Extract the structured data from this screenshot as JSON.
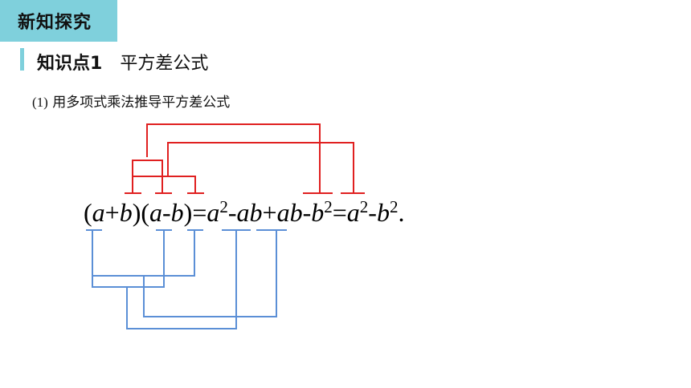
{
  "header": {
    "section_title": "新知探究"
  },
  "knowledge_point": {
    "number_label": "知识点1",
    "title": "平方差公式"
  },
  "subtitle": {
    "index": "(1)",
    "text": " 用多项式乘法推导平方差公式"
  },
  "formula": [
    {
      "text": "(",
      "italic": false
    },
    {
      "text": "a",
      "italic": true
    },
    {
      "text": "+",
      "italic": false
    },
    {
      "text": "b",
      "italic": true
    },
    {
      "text": ")(",
      "italic": false
    },
    {
      "text": "a",
      "italic": true
    },
    {
      "text": "-",
      "italic": false
    },
    {
      "text": "b",
      "italic": true
    },
    {
      "text": ")=",
      "italic": false
    },
    {
      "text": "a",
      "italic": true
    },
    {
      "text": "2",
      "italic": false,
      "sup": true
    },
    {
      "text": "-",
      "italic": false
    },
    {
      "text": "ab",
      "italic": true
    },
    {
      "text": "+",
      "italic": false
    },
    {
      "text": "ab",
      "italic": true
    },
    {
      "text": "-",
      "italic": false
    },
    {
      "text": "b",
      "italic": true
    },
    {
      "text": "2",
      "italic": false,
      "sup": true
    },
    {
      "text": "=",
      "italic": false
    },
    {
      "text": "a",
      "italic": true
    },
    {
      "text": "2",
      "italic": false,
      "sup": true
    },
    {
      "text": "-",
      "italic": false
    },
    {
      "text": "b",
      "italic": true
    },
    {
      "text": "2",
      "italic": false,
      "sup": true
    },
    {
      "text": ".",
      "italic": false
    }
  ],
  "colors": {
    "accent": "#7fd0dc",
    "red_link": "#e02020",
    "blue_link": "#5b8fd6"
  }
}
